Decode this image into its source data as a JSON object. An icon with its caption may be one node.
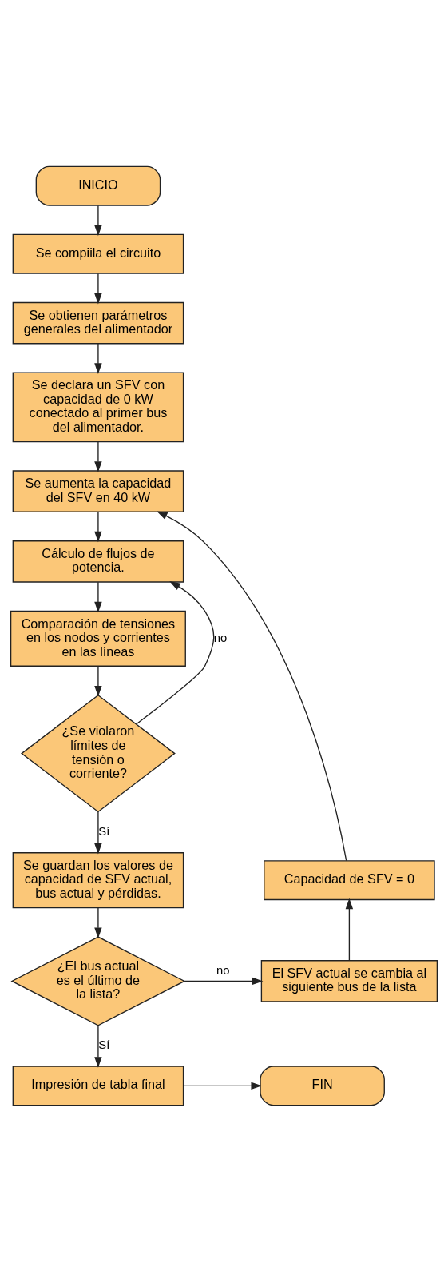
{
  "diagram": {
    "nodes": [
      {
        "text": [
          "INICIO"
        ]
      },
      {
        "text": [
          "Se compiila el circuito"
        ]
      },
      {
        "text": [
          "Se obtienen parámetros generales del alimentador"
        ]
      },
      {
        "text": [
          "Se declara un SFV con capacidad de 0 kW conectado al primer bus del alimentador."
        ]
      },
      {
        "text": [
          "Se aumenta la capacidad del SFV en 40 kW"
        ]
      },
      {
        "text": [
          "Cálculo de flujos de potencia."
        ]
      },
      {
        "text": [
          "Comparación de tensiones en los nodos y corrientes en las líneas"
        ]
      },
      {
        "text": [
          "¿Se violaron límites de tensión o corriente?"
        ]
      },
      {
        "text": [
          "Se guardan los valores de capacidad de SFV actual, bus actual y pérdidas."
        ]
      },
      {
        "text": [
          "¿El bus actual es el último de la lista?"
        ]
      },
      {
        "text": [
          "El SFV actual se cambia al siguiente bus de la lista"
        ]
      },
      {
        "text": [
          "Capacidad de SFV = 0"
        ]
      },
      {
        "text": [
          "Impresión de tabla final"
        ]
      },
      {
        "text": [
          "FIN"
        ]
      }
    ],
    "edges": [
      {
        "from": 0,
        "to": 1,
        "arrow": "to"
      },
      {
        "from": 1,
        "to": 2,
        "arrow": "to"
      },
      {
        "from": 2,
        "to": 3,
        "arrow": "to"
      },
      {
        "from": 3,
        "to": 4,
        "arrow": "to"
      },
      {
        "from": 4,
        "to": 5,
        "arrow": "to"
      },
      {
        "from": 5,
        "to": 6,
        "arrow": "to"
      },
      {
        "from": 6,
        "to": 7,
        "arrow": "to"
      },
      {
        "from": 7,
        "to": 5,
        "arrow": "to",
        "label": "no"
      },
      {
        "from": 7,
        "to": 8,
        "arrow": "to",
        "label": "Sí"
      },
      {
        "from": 8,
        "to": 9,
        "arrow": "to"
      },
      {
        "from": 9,
        "to": 10,
        "arrow": "to",
        "label": "no"
      },
      {
        "from": 10,
        "to": 11,
        "arrow": "to"
      },
      {
        "from": 11,
        "to": 4,
        "arrow": "to"
      },
      {
        "from": 9,
        "to": 12,
        "arrow": "to",
        "label": "Sí"
      },
      {
        "from": 12,
        "to": 13,
        "arrow": "to"
      }
    ]
  }
}
